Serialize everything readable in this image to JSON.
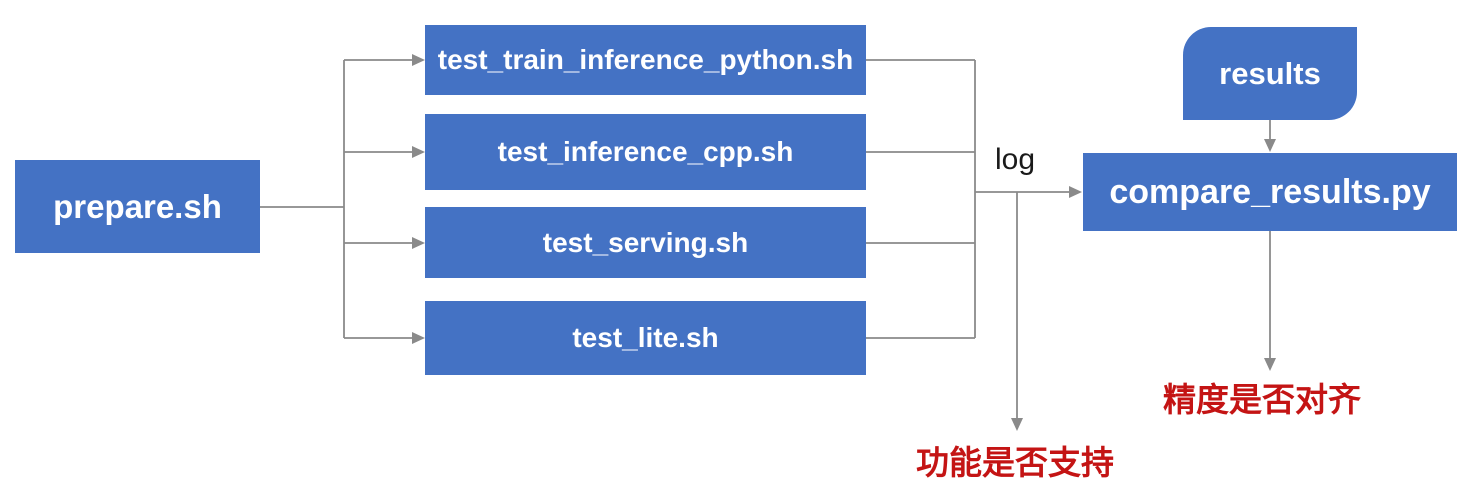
{
  "nodes": {
    "prepare": "prepare.sh",
    "tests": [
      "test_train_inference_python.sh",
      "test_inference_cpp.sh",
      "test_serving.sh",
      "test_lite.sh"
    ],
    "compare": "compare_results.py",
    "results": "results"
  },
  "edge_labels": {
    "log": "log"
  },
  "annotations": {
    "function_support": "功能是否支持",
    "precision_aligned": "精度是否对齐"
  },
  "colors": {
    "node_fill": "#4472C4",
    "node_text": "#FFFFFF",
    "connector": "#8A8A8A",
    "annotation": "#C41414",
    "edge_label_text": "#1A1A1A",
    "background": "#FFFFFF"
  }
}
